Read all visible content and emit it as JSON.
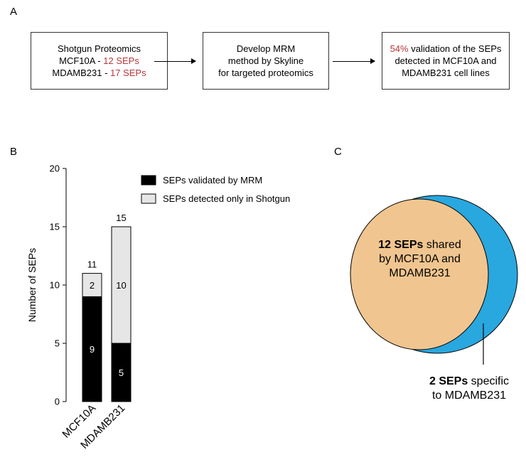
{
  "panels": {
    "a": "A",
    "b": "B",
    "c": "C"
  },
  "flow": {
    "box1": {
      "line1": "Shotgun Proteomics",
      "line2_prefix": "MCF10A - ",
      "line2_value": "12 SEPs",
      "line3_prefix": "MDAMB231 - ",
      "line3_value": "17 SEPs"
    },
    "box2": {
      "line1": "Develop MRM",
      "line2": "method by Skyline",
      "line3": "for targeted proteomics"
    },
    "box3": {
      "line1_value": "54%",
      "line1_rest": " validation of the SEPs",
      "line2": "detected in MCF10A and",
      "line3": "MDAMB231 cell lines"
    }
  },
  "colors": {
    "highlight_red": "#b8373a",
    "validated": "#000000",
    "shotgun_only": "#e6e6e6",
    "venn_outer": "#29a7df",
    "venn_inner": "#f0c58f"
  },
  "chart_data": {
    "type": "bar",
    "stacked": true,
    "categories": [
      "MCF10A",
      "MDAMB231"
    ],
    "series": [
      {
        "name": "SEPs validated by MRM",
        "values": [
          9,
          5
        ]
      },
      {
        "name": "SEPs detected only in Shotgun",
        "values": [
          2,
          10
        ]
      }
    ],
    "totals": [
      11,
      15
    ],
    "ylabel": "Number of SEPs",
    "ylim": [
      0,
      20
    ],
    "yticks": [
      0,
      5,
      10,
      15,
      20
    ],
    "legend_position": "top-right",
    "grid": false
  },
  "venn": {
    "inner_bold": "12 SEPs",
    "inner_rest_1": " shared",
    "inner_line2": "by MCF10A and",
    "inner_line3": "MDAMB231",
    "outer_bold": "2 SEPs",
    "outer_rest_1": " specific",
    "outer_line2": "to MDAMB231"
  }
}
